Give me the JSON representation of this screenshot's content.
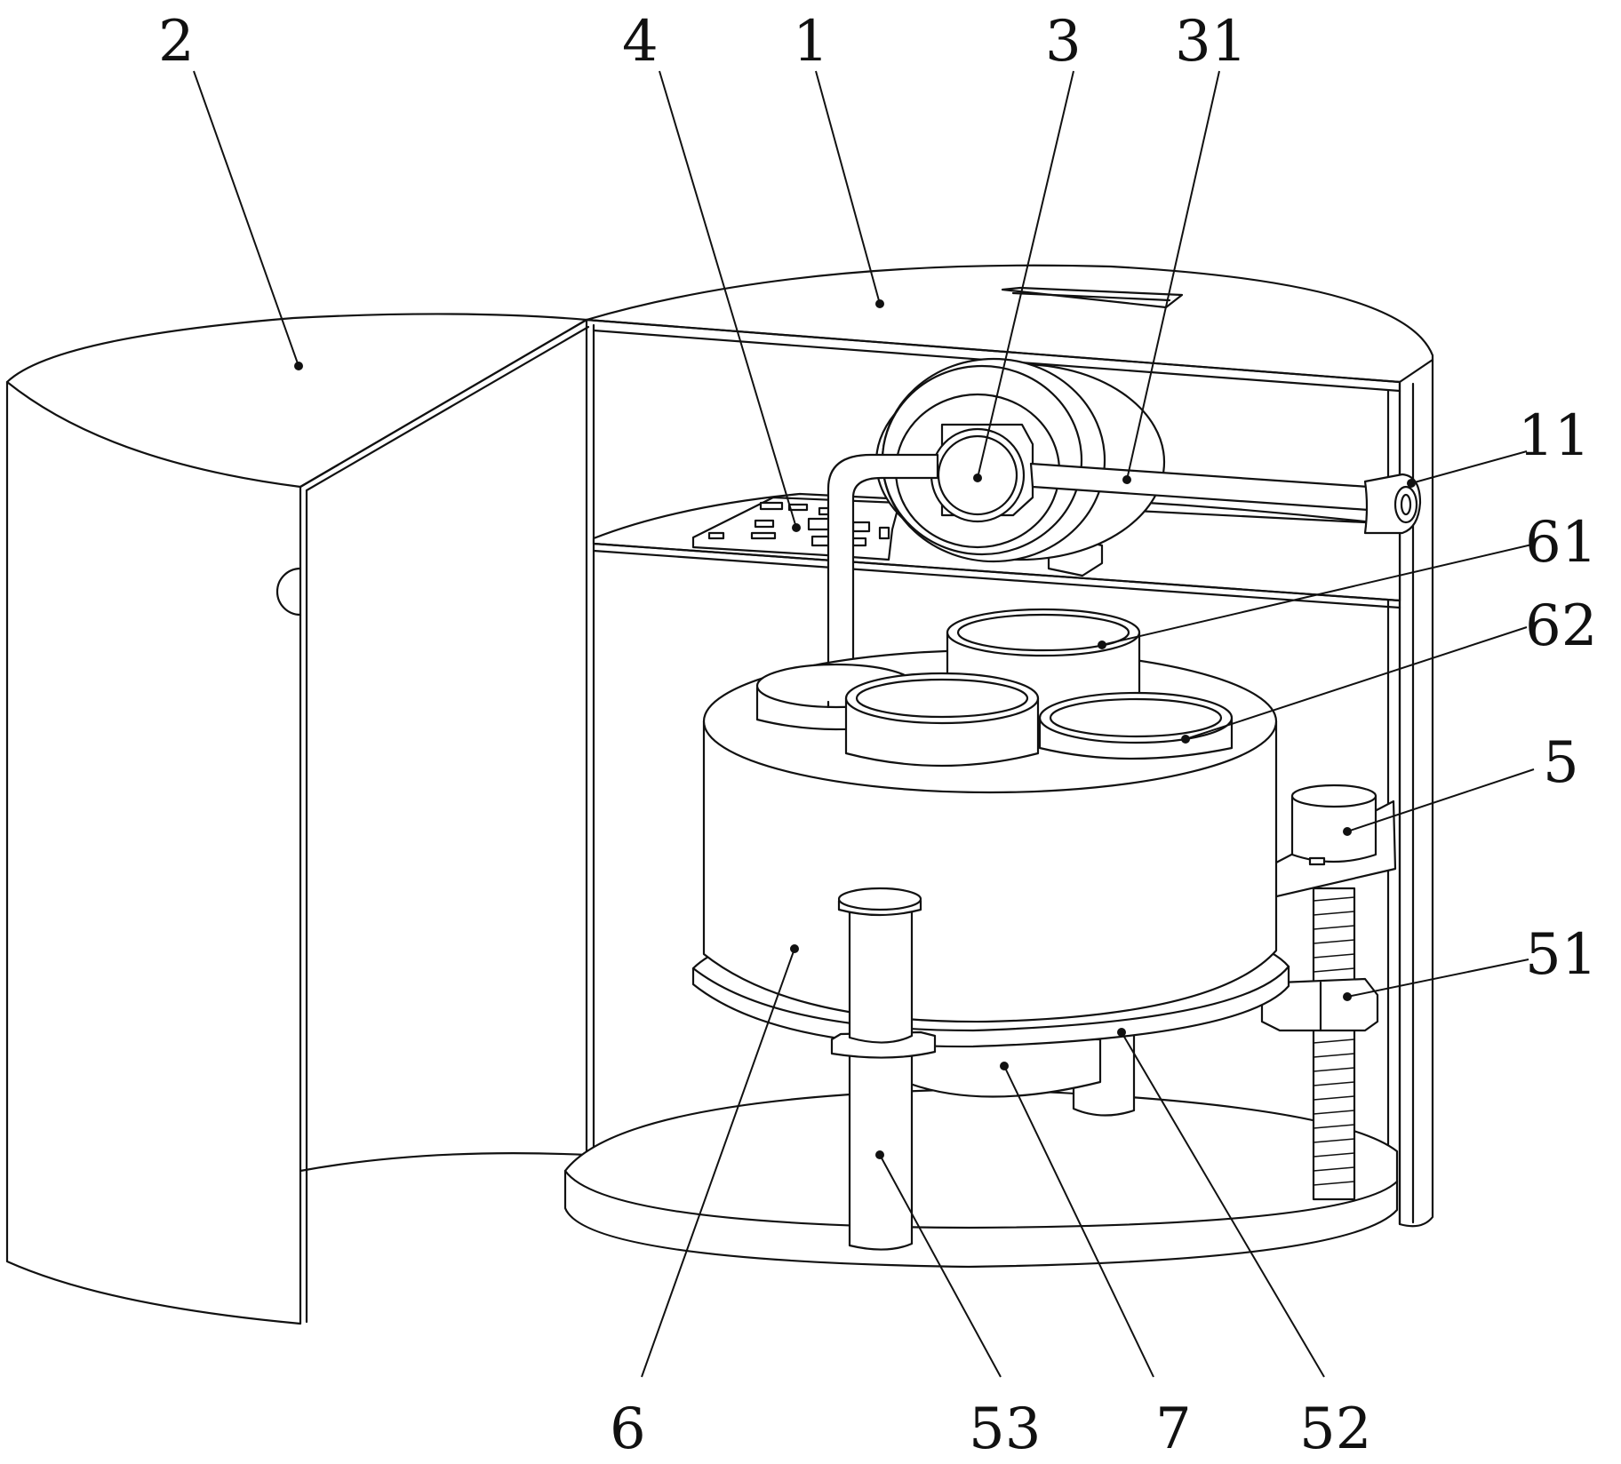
{
  "figure": {
    "labels": [
      {
        "id": "2",
        "text": "2"
      },
      {
        "id": "4",
        "text": "4"
      },
      {
        "id": "1",
        "text": "1"
      },
      {
        "id": "3",
        "text": "3"
      },
      {
        "id": "31",
        "text": "31"
      },
      {
        "id": "11",
        "text": "11"
      },
      {
        "id": "61",
        "text": "61"
      },
      {
        "id": "62",
        "text": "62"
      },
      {
        "id": "5",
        "text": "5"
      },
      {
        "id": "51",
        "text": "51"
      },
      {
        "id": "6",
        "text": "6"
      },
      {
        "id": "53",
        "text": "53"
      },
      {
        "id": "7",
        "text": "7"
      },
      {
        "id": "52",
        "text": "52"
      }
    ]
  }
}
